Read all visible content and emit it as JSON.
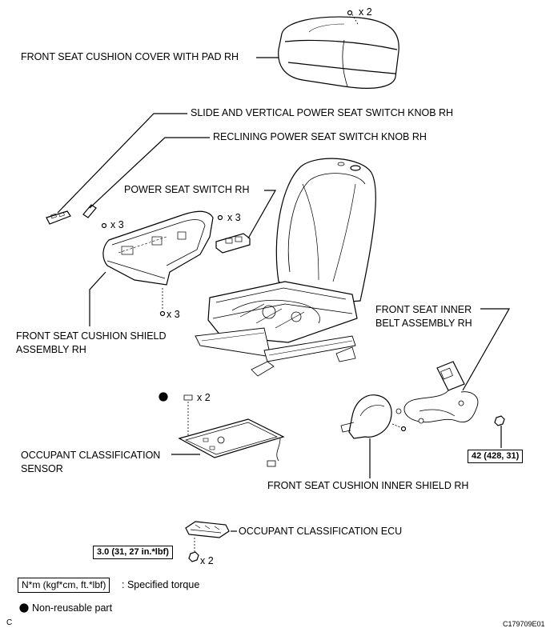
{
  "labels": {
    "cushion_cover": "FRONT SEAT CUSHION COVER WITH PAD RH",
    "slide_knob": "SLIDE AND VERTICAL POWER SEAT SWITCH KNOB RH",
    "reclining_knob": "RECLINING POWER SEAT SWITCH KNOB RH",
    "power_switch": "POWER SEAT SWITCH RH",
    "inner_belt_l1": "FRONT SEAT INNER",
    "inner_belt_l2": "BELT ASSEMBLY RH",
    "cushion_shield_l1": "FRONT SEAT CUSHION SHIELD",
    "cushion_shield_l2": "ASSEMBLY RH",
    "occupant_sensor_l1": "OCCUPANT CLASSIFICATION",
    "occupant_sensor_l2": "SENSOR",
    "inner_shield": "FRONT SEAT CUSHION INNER SHIELD RH",
    "occupant_ecu": "OCCUPANT CLASSIFICATION ECU"
  },
  "quantities": {
    "cover_clips": "x 2",
    "shield_screws_top": "x 3",
    "switch_screws": "x 3",
    "shield_screws_bottom": "x 3",
    "sensor_bolts": "x 2",
    "ecu_nuts": "x 2"
  },
  "torques": {
    "belt_nut": "42 (428, 31)",
    "ecu_nut": "3.0 (31, 27 in.*lbf)"
  },
  "legend": {
    "torque_unit": "N*m (kgf*cm, ft.*lbf)",
    "torque_desc": ": Specified torque",
    "nonreusable": "Non-reusable part"
  },
  "footer": {
    "corner_letter": "C",
    "figure_code": "C179709E01"
  }
}
